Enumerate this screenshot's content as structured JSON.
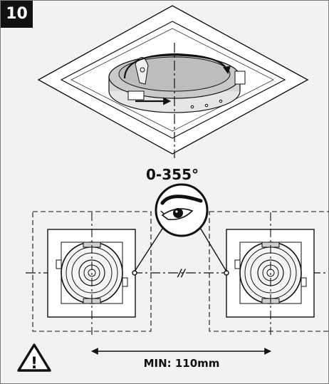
{
  "step_number": "10",
  "rotation_label": "0-355°",
  "separator_mark": "//",
  "spacing_label": "MIN: 110mm",
  "warning_symbol": "!",
  "icons": [
    "warning-triangle-icon",
    "eye-icon",
    "rotation-arrow-icon"
  ],
  "colors": {
    "background": "#f2f2f2",
    "badge": "#111111",
    "line": "#111111"
  }
}
